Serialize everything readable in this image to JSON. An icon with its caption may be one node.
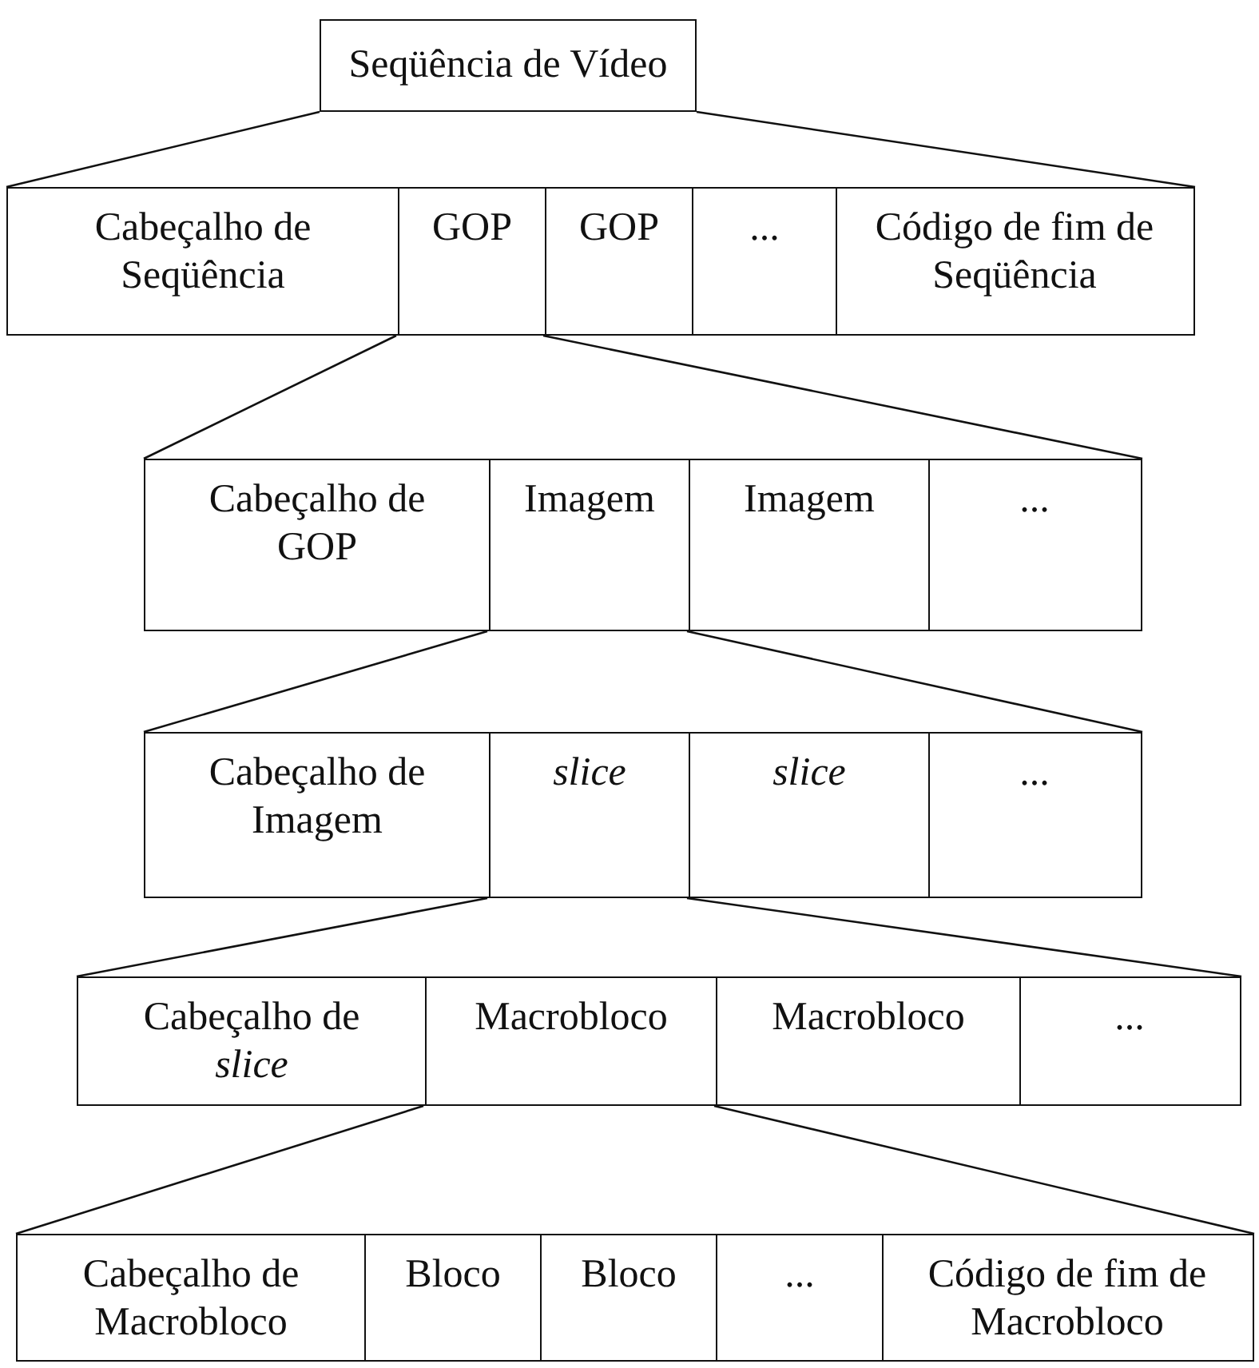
{
  "diagram": {
    "nodes": [
      {
        "text": [
          "Seqüência de Vídeo"
        ]
      },
      {
        "text": [],
        "shape": "box"
      },
      {
        "text": [
          "Cabeçalho de Seqüência"
        ],
        "in": 1
      },
      {
        "text": [
          "GOP"
        ],
        "in": 1
      },
      {
        "text": [
          "GOP"
        ],
        "in": 1
      },
      {
        "text": [
          "..."
        ],
        "in": 1
      },
      {
        "text": [
          "Código de fim de Seqüência"
        ],
        "in": 1
      },
      {
        "text": [],
        "shape": "box"
      },
      {
        "text": [
          "Cabeçalho de GOP"
        ],
        "in": 7
      },
      {
        "text": [
          "Imagem"
        ],
        "in": 7
      },
      {
        "text": [
          "Imagem"
        ],
        "in": 7
      },
      {
        "text": [
          "..."
        ],
        "in": 7
      },
      {
        "text": [],
        "shape": "box"
      },
      {
        "text": [
          "Cabeçalho de Imagem"
        ],
        "in": 12
      },
      {
        "text": [
          "slice"
        ],
        "in": 12
      },
      {
        "text": [
          "slice"
        ],
        "in": 12
      },
      {
        "text": [
          "..."
        ],
        "in": 12
      },
      {
        "text": [],
        "shape": "box"
      },
      {
        "text": [
          "Cabeçalho de *slice*"
        ],
        "in": 17
      },
      {
        "text": [
          "Macrobloco"
        ],
        "in": 17
      },
      {
        "text": [
          "Macrobloco"
        ],
        "in": 17
      },
      {
        "text": [
          "..."
        ],
        "in": 17
      },
      {
        "text": [],
        "shape": "box"
      },
      {
        "text": [
          "Cabeçalho de Macrobloco"
        ],
        "in": 22
      },
      {
        "text": [
          "Bloco"
        ],
        "in": 22
      },
      {
        "text": [
          "Bloco"
        ],
        "in": 22
      },
      {
        "text": [
          "..."
        ],
        "in": 22
      },
      {
        "text": [
          "Código de fim de Macrobloco"
        ],
        "in": 22
      }
    ],
    "edges": [
      {
        "from": 0,
        "to": 1,
        "arrow": "none"
      },
      {
        "from": 0,
        "to": 1,
        "arrow": "none"
      },
      {
        "from": 3,
        "to": 7,
        "arrow": "none"
      },
      {
        "from": 3,
        "to": 7,
        "arrow": "none"
      },
      {
        "from": 9,
        "to": 12,
        "arrow": "none"
      },
      {
        "from": 9,
        "to": 12,
        "arrow": "none"
      },
      {
        "from": 14,
        "to": 17,
        "arrow": "none"
      },
      {
        "from": 14,
        "to": 17,
        "arrow": "none"
      },
      {
        "from": 19,
        "to": 22,
        "arrow": "none"
      },
      {
        "from": 19,
        "to": 22,
        "arrow": "none"
      }
    ]
  }
}
